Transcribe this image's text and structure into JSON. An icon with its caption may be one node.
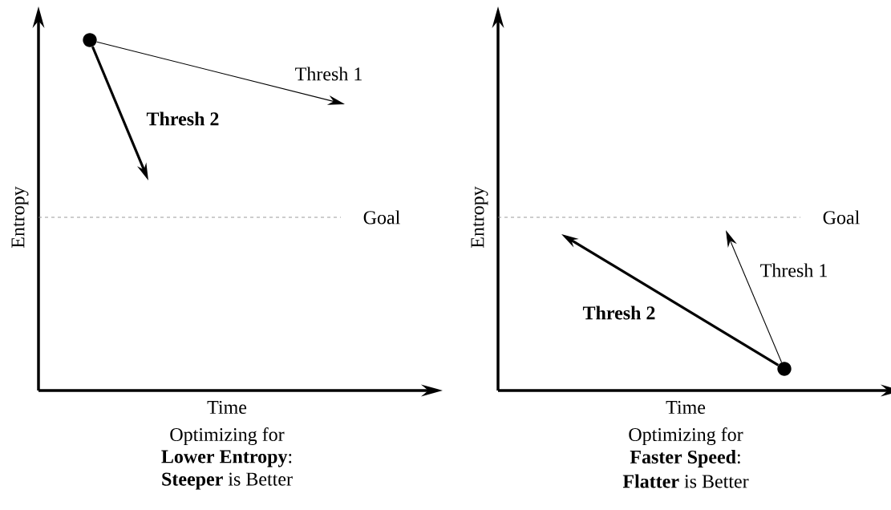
{
  "diagram": {
    "nodes": [
      {
        "text": [],
        "shape": "circle"
      },
      {
        "text": [],
        "shape": "circle"
      }
    ],
    "edges": [
      {
        "from": 0,
        "to": null,
        "arrow": "to",
        "label": "Thresh 1"
      },
      {
        "from": 0,
        "to": null,
        "arrow": "to",
        "label": "Thresh 2",
        "style": "thick"
      },
      {
        "from": 1,
        "to": null,
        "arrow": "to",
        "label": "Thresh 1"
      },
      {
        "from": 1,
        "to": null,
        "arrow": "to",
        "label": "Thresh 2",
        "style": "thick"
      }
    ],
    "labels": [
      "Entropy",
      "Goal",
      "Time",
      "Optimizing for",
      "**Lower Entropy**:",
      "**Steeper** is Better",
      "Entropy",
      "Goal",
      "Time",
      "Optimizing for",
      "**Faster Speed**:",
      "**Flatter** is Better"
    ]
  }
}
